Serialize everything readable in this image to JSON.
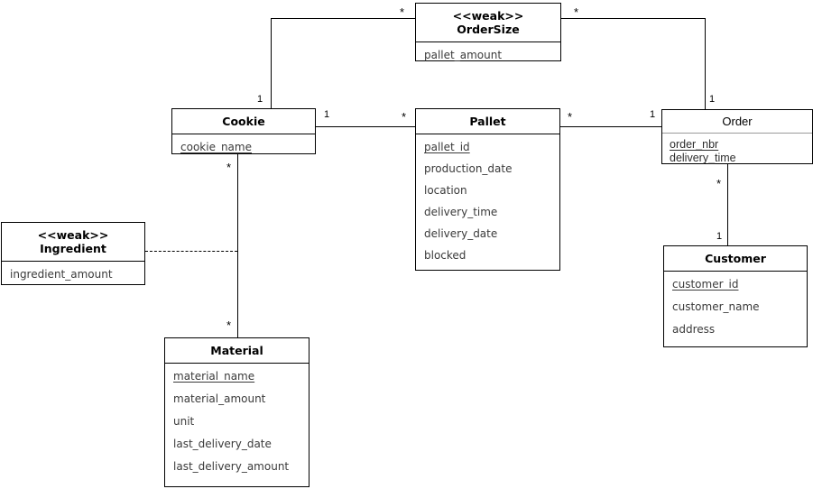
{
  "diagram": {
    "title": "Cookie production UML class / ER diagram",
    "type": "uml-class-diagram",
    "background_color": "#ffffff",
    "line_color": "#000000",
    "attribute_color": "#3a3a3a"
  },
  "entities": [
    {
      "id": "ordersize",
      "stereotype": "<<weak>>",
      "name": "OrderSize",
      "header_text": "<<weak>>\nOrderSize",
      "weak": true,
      "attributes": [
        {
          "name": "pallet_amount",
          "key": false
        }
      ]
    },
    {
      "id": "cookie",
      "stereotype": "",
      "name": "Cookie",
      "header_text": "Cookie",
      "weak": false,
      "attributes": [
        {
          "name": "cookie_name",
          "key": true
        }
      ]
    },
    {
      "id": "pallet",
      "stereotype": "",
      "name": "Pallet",
      "header_text": "Pallet",
      "weak": false,
      "attributes": [
        {
          "name": "pallet_id",
          "key": true
        },
        {
          "name": "production_date",
          "key": false
        },
        {
          "name": "location",
          "key": false
        },
        {
          "name": "delivery_time",
          "key": false
        },
        {
          "name": "delivery_date",
          "key": false
        },
        {
          "name": "blocked",
          "key": false
        }
      ]
    },
    {
      "id": "order",
      "stereotype": "",
      "name": "Order",
      "header_text": "Order",
      "weak": false,
      "attributes": [
        {
          "name": "order_nbr",
          "key": true
        },
        {
          "name": "delivery_time",
          "key": false
        }
      ]
    },
    {
      "id": "customer",
      "stereotype": "",
      "name": "Customer",
      "header_text": "Customer",
      "weak": false,
      "attributes": [
        {
          "name": "customer_id",
          "key": true
        },
        {
          "name": "customer_name",
          "key": false
        },
        {
          "name": "address",
          "key": false
        }
      ]
    },
    {
      "id": "ingredient",
      "stereotype": "<<weak>>",
      "name": "Ingredient",
      "header_text": "<<weak>>\nIngredient",
      "weak": true,
      "attributes": [
        {
          "name": "ingredient_amount",
          "key": false
        }
      ]
    },
    {
      "id": "material",
      "stereotype": "",
      "name": "Material",
      "header_text": "Material",
      "weak": false,
      "attributes": [
        {
          "name": "material_name",
          "key": true
        },
        {
          "name": "material_amount",
          "key": false
        },
        {
          "name": "unit",
          "key": false
        },
        {
          "name": "last_delivery_date",
          "key": false
        },
        {
          "name": "last_delivery_amount",
          "key": false
        }
      ]
    }
  ],
  "relationships": [
    {
      "id": "cookie-ordersize",
      "from": "cookie",
      "to": "ordersize",
      "from_multiplicity": "1",
      "to_multiplicity": "*",
      "style": "solid"
    },
    {
      "id": "ordersize-order",
      "from": "ordersize",
      "to": "order",
      "from_multiplicity": "*",
      "to_multiplicity": "1",
      "style": "solid"
    },
    {
      "id": "cookie-pallet",
      "from": "cookie",
      "to": "pallet",
      "from_multiplicity": "1",
      "to_multiplicity": "*",
      "style": "solid"
    },
    {
      "id": "pallet-order",
      "from": "pallet",
      "to": "order",
      "from_multiplicity": "*",
      "to_multiplicity": "1",
      "style": "solid"
    },
    {
      "id": "order-customer",
      "from": "order",
      "to": "customer",
      "from_multiplicity": "*",
      "to_multiplicity": "1",
      "style": "solid"
    },
    {
      "id": "cookie-material",
      "from": "cookie",
      "to": "material",
      "from_multiplicity": "*",
      "to_multiplicity": "*",
      "style": "solid"
    },
    {
      "id": "ingredient-link",
      "from": "ingredient",
      "to": "cookie-material",
      "from_multiplicity": "",
      "to_multiplicity": "",
      "style": "dashed"
    }
  ],
  "multiplicity_labels": {
    "cookie_top": "1",
    "ordersize_left": "*",
    "ordersize_right": "*",
    "order_top": "1",
    "cookie_right": "1",
    "pallet_left": "*",
    "pallet_right": "*",
    "order_left": "1",
    "order_bottom": "*",
    "customer_top": "1",
    "cookie_bottom": "*",
    "material_top": "*"
  }
}
